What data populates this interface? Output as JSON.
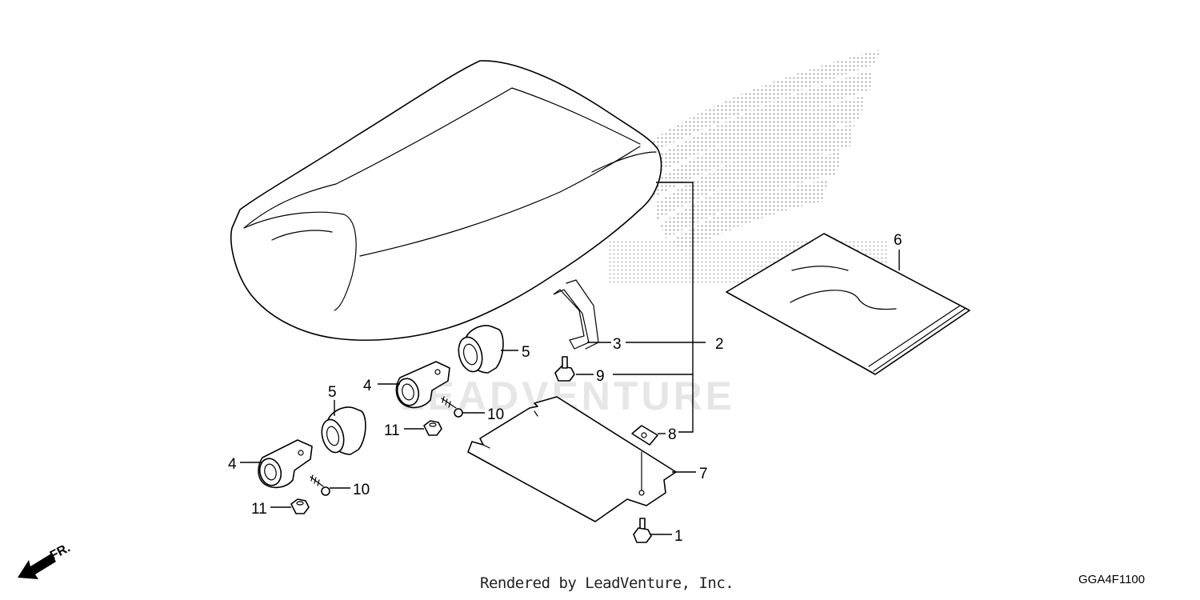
{
  "callouts": {
    "c1": "1",
    "c2": "2",
    "c3": "3",
    "c4a": "4",
    "c4b": "4",
    "c5a": "5",
    "c5b": "5",
    "c6": "6",
    "c7": "7",
    "c8": "8",
    "c9": "9",
    "c10a": "10",
    "c10b": "10",
    "c11a": "11",
    "c11b": "11"
  },
  "direction": {
    "label": "FR."
  },
  "watermark": {
    "text": "LEADVENTURE"
  },
  "footer": {
    "credit": "Rendered by LeadVenture, Inc.",
    "code": "GGA4F1100"
  },
  "colors": {
    "line": "#000000",
    "watermark": "#e6e6e6",
    "logo_dots": "#9a9a9a"
  }
}
